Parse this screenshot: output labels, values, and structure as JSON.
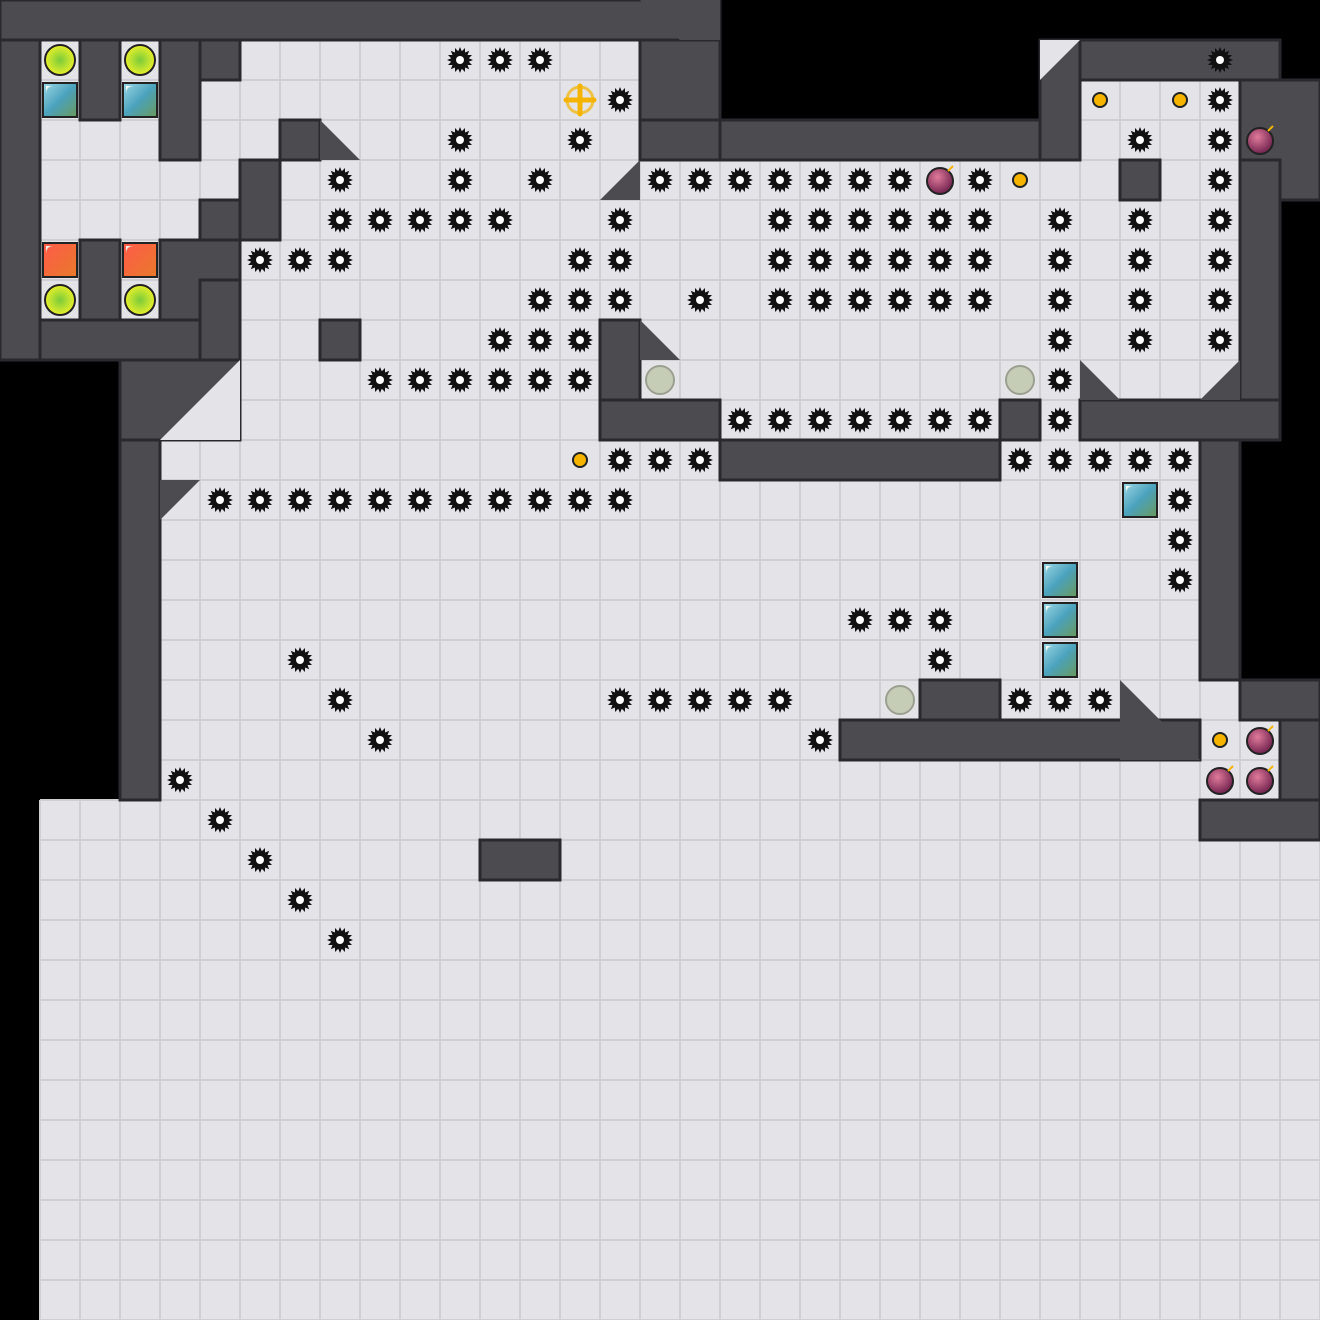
{
  "game": {
    "grid": {
      "cols": 33,
      "rows": 33
    },
    "colors": {
      "void": "#000000",
      "floor": "#e4e4e8",
      "floor_line": "#cfcfd4",
      "floor_highlight": "#f2f2f4",
      "wall": "#4b4b50",
      "wall_edge": "#2a2a2e",
      "mine": "#111111",
      "mine_center": "#ffffff",
      "coin": "#f4b400",
      "exit_glow": "#c8ea2a",
      "door_blue": "#5bb0c8",
      "door_red": "#e8483a",
      "bomb": "#b0486a",
      "switch": "#c5cdb6",
      "player": "#f4b400"
    },
    "layout": {
      "floor_rows": [
        "",
        "",
        "",
        "",
        "",
        "",
        "",
        "",
        "",
        "",
        "",
        "",
        "",
        "",
        "",
        "",
        "",
        "",
        "",
        "",
        "",
        "",
        "",
        "",
        "",
        "",
        "",
        "",
        "",
        "",
        "",
        "",
        ""
      ]
    },
    "walls": [
      {
        "c0": 0,
        "r0": 0,
        "c1": 18,
        "r1": 1
      },
      {
        "c0": 0,
        "r0": 1,
        "c1": 1,
        "r1": 9
      },
      {
        "c0": 2,
        "r0": 1,
        "c1": 3,
        "r1": 3
      },
      {
        "c0": 4,
        "r0": 1,
        "c1": 5,
        "r1": 4
      },
      {
        "c0": 5,
        "r0": 1,
        "c1": 6,
        "r1": 2
      },
      {
        "c0": 16,
        "r0": 1,
        "c1": 18,
        "r1": 3
      },
      {
        "c0": 17,
        "r0": 3,
        "c1": 27,
        "r1": 4
      },
      {
        "c0": 16,
        "r0": 3,
        "c1": 18,
        "r1": 4
      },
      {
        "c0": 26,
        "r0": 1,
        "c1": 32,
        "r1": 2
      },
      {
        "c0": 26,
        "r0": 1,
        "c1": 27,
        "r1": 4
      },
      {
        "c0": 31,
        "r0": 2,
        "c1": 33,
        "r1": 5
      },
      {
        "c0": 31,
        "r0": 4,
        "c1": 32,
        "r1": 11
      },
      {
        "c0": 27,
        "r0": 10,
        "c1": 32,
        "r1": 11
      },
      {
        "c0": 30,
        "r0": 11,
        "c1": 31,
        "r1": 17
      },
      {
        "c0": 31,
        "r0": 17,
        "c1": 33,
        "r1": 18
      },
      {
        "c0": 32,
        "r0": 18,
        "c1": 33,
        "r1": 21
      },
      {
        "c0": 30,
        "r0": 20,
        "c1": 33,
        "r1": 21
      },
      {
        "c0": 2,
        "r0": 6,
        "c1": 3,
        "r1": 9
      },
      {
        "c0": 4,
        "r0": 6,
        "c1": 6,
        "r1": 9
      },
      {
        "c0": 1,
        "r0": 8,
        "c1": 6,
        "r1": 9
      },
      {
        "c0": 3,
        "r0": 9,
        "c1": 6,
        "r1": 11
      },
      {
        "c0": 3,
        "r0": 11,
        "c1": 4,
        "r1": 20
      },
      {
        "c0": 5,
        "r0": 7,
        "c1": 6,
        "r1": 9
      },
      {
        "c0": 7,
        "r0": 3,
        "c1": 8,
        "r1": 4
      },
      {
        "c0": 6,
        "r0": 4,
        "c1": 7,
        "r1": 6
      },
      {
        "c0": 5,
        "r0": 5,
        "c1": 6,
        "r1": 6
      },
      {
        "c0": 8,
        "r0": 8,
        "c1": 9,
        "r1": 9
      },
      {
        "c0": 15,
        "r0": 8,
        "c1": 16,
        "r1": 11
      },
      {
        "c0": 15,
        "r0": 10,
        "c1": 18,
        "r1": 11
      },
      {
        "c0": 18,
        "r0": 11,
        "c1": 25,
        "r1": 12
      },
      {
        "c0": 25,
        "r0": 10,
        "c1": 26,
        "r1": 11
      },
      {
        "c0": 28,
        "r0": 4,
        "c1": 29,
        "r1": 5
      },
      {
        "c0": 21,
        "r0": 18,
        "c1": 30,
        "r1": 19
      },
      {
        "c0": 23,
        "r0": 17,
        "c1": 25,
        "r1": 18
      },
      {
        "c0": 12,
        "r0": 21,
        "c1": 14,
        "r1": 22
      }
    ],
    "mines": [
      [
        11,
        1
      ],
      [
        12,
        1
      ],
      [
        13,
        1
      ],
      [
        15,
        2
      ],
      [
        11,
        3
      ],
      [
        14,
        3
      ],
      [
        8,
        4
      ],
      [
        11,
        4
      ],
      [
        13,
        4
      ],
      [
        16,
        4
      ],
      [
        17,
        4
      ],
      [
        18,
        4
      ],
      [
        19,
        4
      ],
      [
        20,
        4
      ],
      [
        21,
        4
      ],
      [
        22,
        4
      ],
      [
        24,
        4
      ],
      [
        8,
        5
      ],
      [
        9,
        5
      ],
      [
        10,
        5
      ],
      [
        11,
        5
      ],
      [
        12,
        5
      ],
      [
        15,
        5
      ],
      [
        19,
        5
      ],
      [
        20,
        5
      ],
      [
        21,
        5
      ],
      [
        22,
        5
      ],
      [
        23,
        5
      ],
      [
        24,
        5
      ],
      [
        26,
        5
      ],
      [
        28,
        5
      ],
      [
        30,
        5
      ],
      [
        6,
        6
      ],
      [
        7,
        6
      ],
      [
        8,
        6
      ],
      [
        14,
        6
      ],
      [
        15,
        6
      ],
      [
        19,
        6
      ],
      [
        20,
        6
      ],
      [
        21,
        6
      ],
      [
        22,
        6
      ],
      [
        23,
        6
      ],
      [
        24,
        6
      ],
      [
        26,
        6
      ],
      [
        28,
        6
      ],
      [
        30,
        6
      ],
      [
        13,
        7
      ],
      [
        14,
        7
      ],
      [
        15,
        7
      ],
      [
        17,
        7
      ],
      [
        19,
        7
      ],
      [
        20,
        7
      ],
      [
        21,
        7
      ],
      [
        22,
        7
      ],
      [
        23,
        7
      ],
      [
        24,
        7
      ],
      [
        26,
        7
      ],
      [
        28,
        7
      ],
      [
        30,
        7
      ],
      [
        12,
        8
      ],
      [
        13,
        8
      ],
      [
        14,
        8
      ],
      [
        26,
        8
      ],
      [
        28,
        8
      ],
      [
        30,
        8
      ],
      [
        9,
        9
      ],
      [
        10,
        9
      ],
      [
        11,
        9
      ],
      [
        12,
        9
      ],
      [
        13,
        9
      ],
      [
        14,
        9
      ],
      [
        26,
        9
      ],
      [
        18,
        10
      ],
      [
        19,
        10
      ],
      [
        20,
        10
      ],
      [
        21,
        10
      ],
      [
        22,
        10
      ],
      [
        23,
        10
      ],
      [
        24,
        10
      ],
      [
        26,
        10
      ],
      [
        15,
        11
      ],
      [
        16,
        11
      ],
      [
        17,
        11
      ],
      [
        25,
        11
      ],
      [
        26,
        11
      ],
      [
        27,
        11
      ],
      [
        28,
        11
      ],
      [
        29,
        11
      ],
      [
        5,
        12
      ],
      [
        6,
        12
      ],
      [
        7,
        12
      ],
      [
        8,
        12
      ],
      [
        9,
        12
      ],
      [
        10,
        12
      ],
      [
        11,
        12
      ],
      [
        12,
        12
      ],
      [
        13,
        12
      ],
      [
        14,
        12
      ],
      [
        15,
        12
      ],
      [
        29,
        12
      ],
      [
        29,
        13
      ],
      [
        29,
        14
      ],
      [
        21,
        15
      ],
      [
        22,
        15
      ],
      [
        23,
        15
      ],
      [
        7,
        16
      ],
      [
        23,
        16
      ],
      [
        8,
        17
      ],
      [
        15,
        17
      ],
      [
        16,
        17
      ],
      [
        17,
        17
      ],
      [
        18,
        17
      ],
      [
        19,
        17
      ],
      [
        25,
        17
      ],
      [
        26,
        17
      ],
      [
        27,
        17
      ],
      [
        9,
        18
      ],
      [
        20,
        18
      ],
      [
        4,
        19
      ],
      [
        5,
        20
      ],
      [
        6,
        21
      ],
      [
        7,
        22
      ],
      [
        8,
        23
      ],
      [
        30,
        1
      ],
      [
        28,
        3
      ],
      [
        30,
        3
      ],
      [
        30,
        4
      ],
      [
        30,
        2
      ]
    ],
    "coins": [
      [
        27,
        2
      ],
      [
        29,
        2
      ],
      [
        25,
        4
      ],
      [
        14,
        11
      ],
      [
        30,
        18
      ]
    ],
    "exits": [
      [
        1,
        1
      ],
      [
        3,
        1
      ],
      [
        1,
        7
      ],
      [
        3,
        7
      ]
    ],
    "blue_doors": [
      [
        1,
        2
      ],
      [
        3,
        2
      ],
      [
        28,
        12
      ],
      [
        26,
        14
      ],
      [
        26,
        15
      ],
      [
        26,
        16
      ]
    ],
    "red_doors": [
      [
        1,
        6
      ],
      [
        3,
        6
      ]
    ],
    "bombs": [
      [
        31,
        3
      ],
      [
        23,
        4
      ],
      [
        31,
        18
      ],
      [
        30,
        19
      ],
      [
        31,
        19
      ]
    ],
    "switches": [
      [
        16,
        9
      ],
      [
        25,
        9
      ],
      [
        22,
        17
      ]
    ],
    "player": [
      14,
      2
    ]
  }
}
